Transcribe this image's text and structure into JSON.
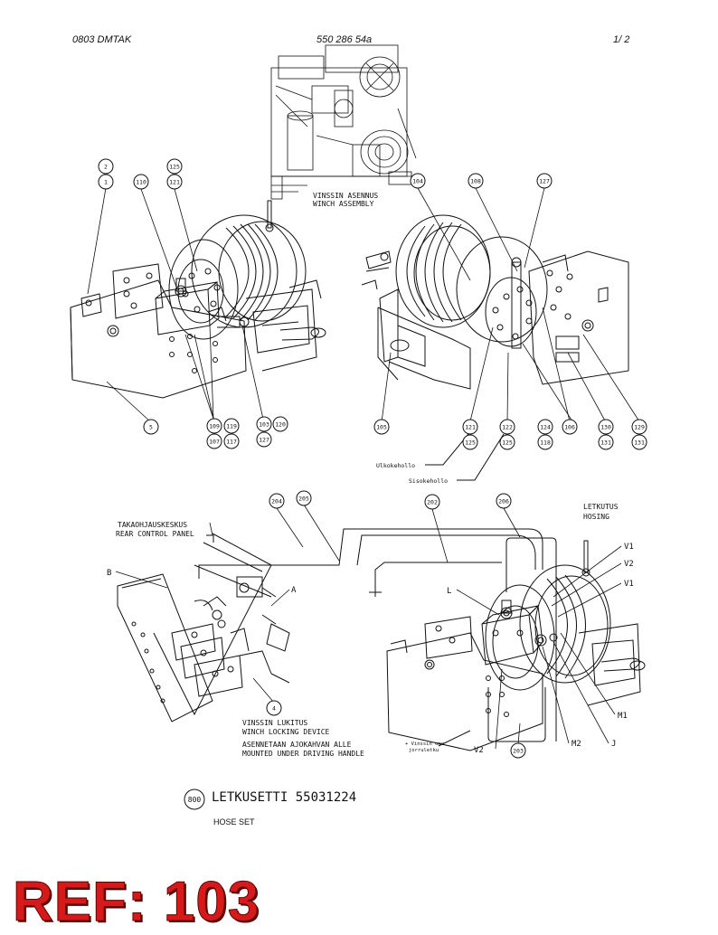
{
  "header": {
    "left": "0803 DMTAK",
    "center": "550 286 54a",
    "right": "1/  2"
  },
  "labels": {
    "winch_assembly_fi": "VINSSIN ASENNUS",
    "winch_assembly_en": "WINCH ASSEMBLY",
    "rear_panel_fi": "TAKAOHJAUSKESKUS",
    "rear_panel_en": "REAR CONTROL PANEL",
    "hosing_fi": "LETKUTUS",
    "hosing_en": "HOSING",
    "locking_fi": "VINSSIN LUKITUS",
    "locking_en": "WINCH LOCKING DEVICE",
    "mount_fi": "ASENNETAAN AJOKAHVAN ALLE",
    "mount_en": "MOUNTED UNDER DRIVING HANDLE",
    "outside": "Ulkokehollo",
    "inside": "Sisokehollo",
    "brake_note_1": "+ Vinssin omo",
    "brake_note_2": "jorruletku",
    "hose_set_fi": "LETKUSETTI 55031224",
    "hose_set_en": "HOSE SET",
    "hose_set_num": "800"
  },
  "letters": {
    "A": "A",
    "B": "B",
    "L": "L",
    "V1a": "V1",
    "V2a": "V2",
    "V1b": "V1",
    "V2b": "V2",
    "M1": "M1",
    "M2": "M2",
    "J": "J"
  },
  "balloons": {
    "b2": "2",
    "b1": "1",
    "b110": "110",
    "b125a": "125",
    "b121a": "121",
    "b5": "5",
    "b109": "109",
    "b107": "107",
    "b119": "119",
    "b117": "117",
    "b103": "103",
    "b127a": "127",
    "b120": "120",
    "b104": "104",
    "b108": "108",
    "b127b": "127",
    "b105": "105",
    "b121b": "121",
    "b125b": "125",
    "b122": "122",
    "b125c": "125",
    "b124": "124",
    "b118": "118",
    "b106": "106",
    "b130": "130",
    "b131a": "131",
    "b129": "129",
    "b131b": "131",
    "b204": "204",
    "b205": "205",
    "b202": "202",
    "b206": "206",
    "b4": "4",
    "b203": "203"
  },
  "reference": "REF: 103"
}
